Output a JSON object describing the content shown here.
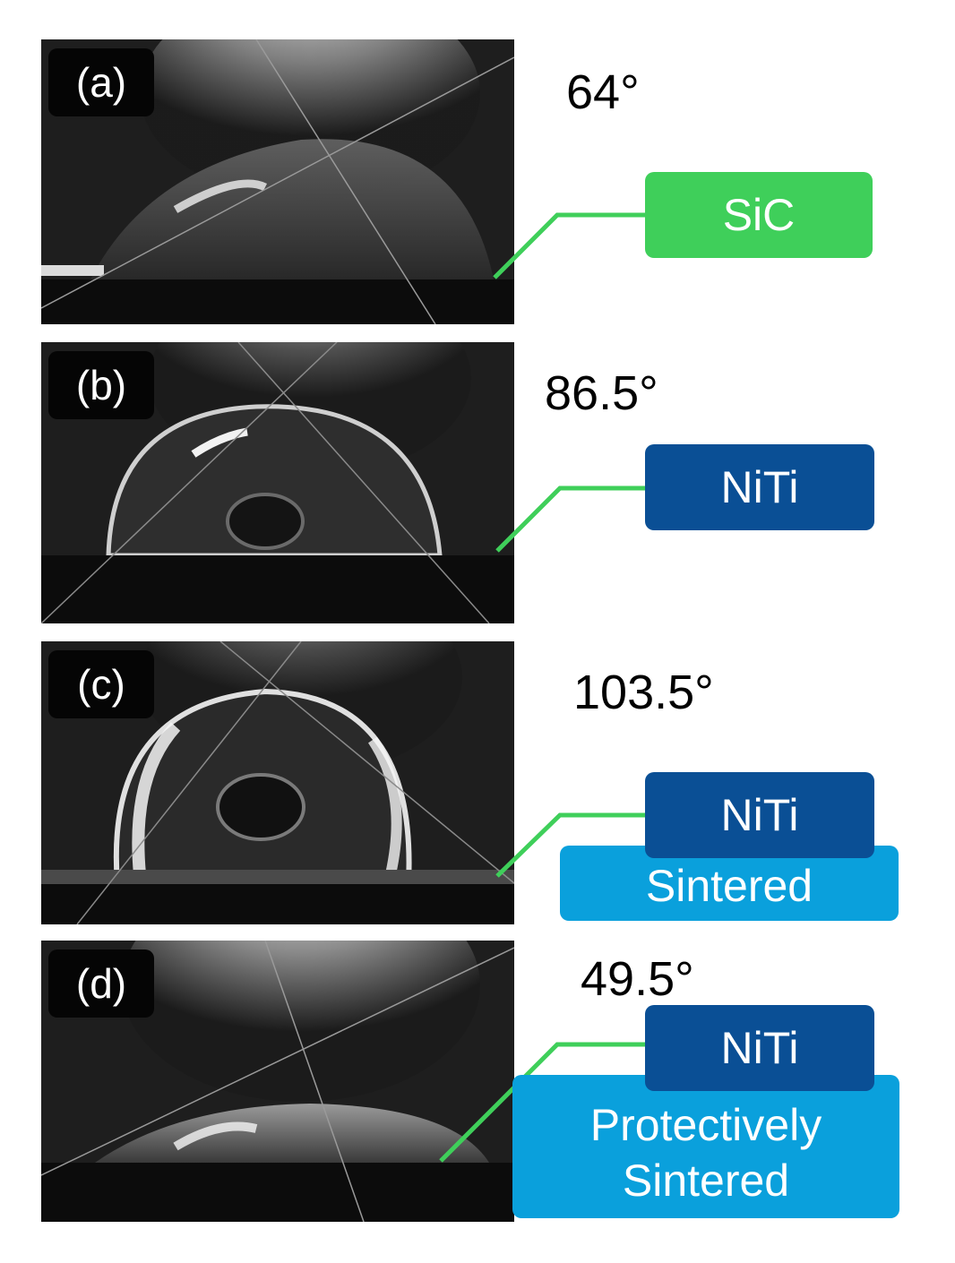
{
  "panels": [
    {
      "label": "(a)",
      "angle": "64°",
      "material": "SiC",
      "treatment": ""
    },
    {
      "label": "(b)",
      "angle": "86.5°",
      "material": "NiTi",
      "treatment": ""
    },
    {
      "label": "(c)",
      "angle": "103.5°",
      "material": "NiTi",
      "treatment": "Sintered"
    },
    {
      "label": "(d)",
      "angle": "49.5°",
      "material": "NiTi",
      "treatment": "Protectively Sintered"
    }
  ],
  "colors": {
    "sic_box": "#3fcf5a",
    "niti_box": "#0a4f95",
    "treatment_box": "#0aa0dc",
    "leader_line": "#3fcf5a"
  }
}
